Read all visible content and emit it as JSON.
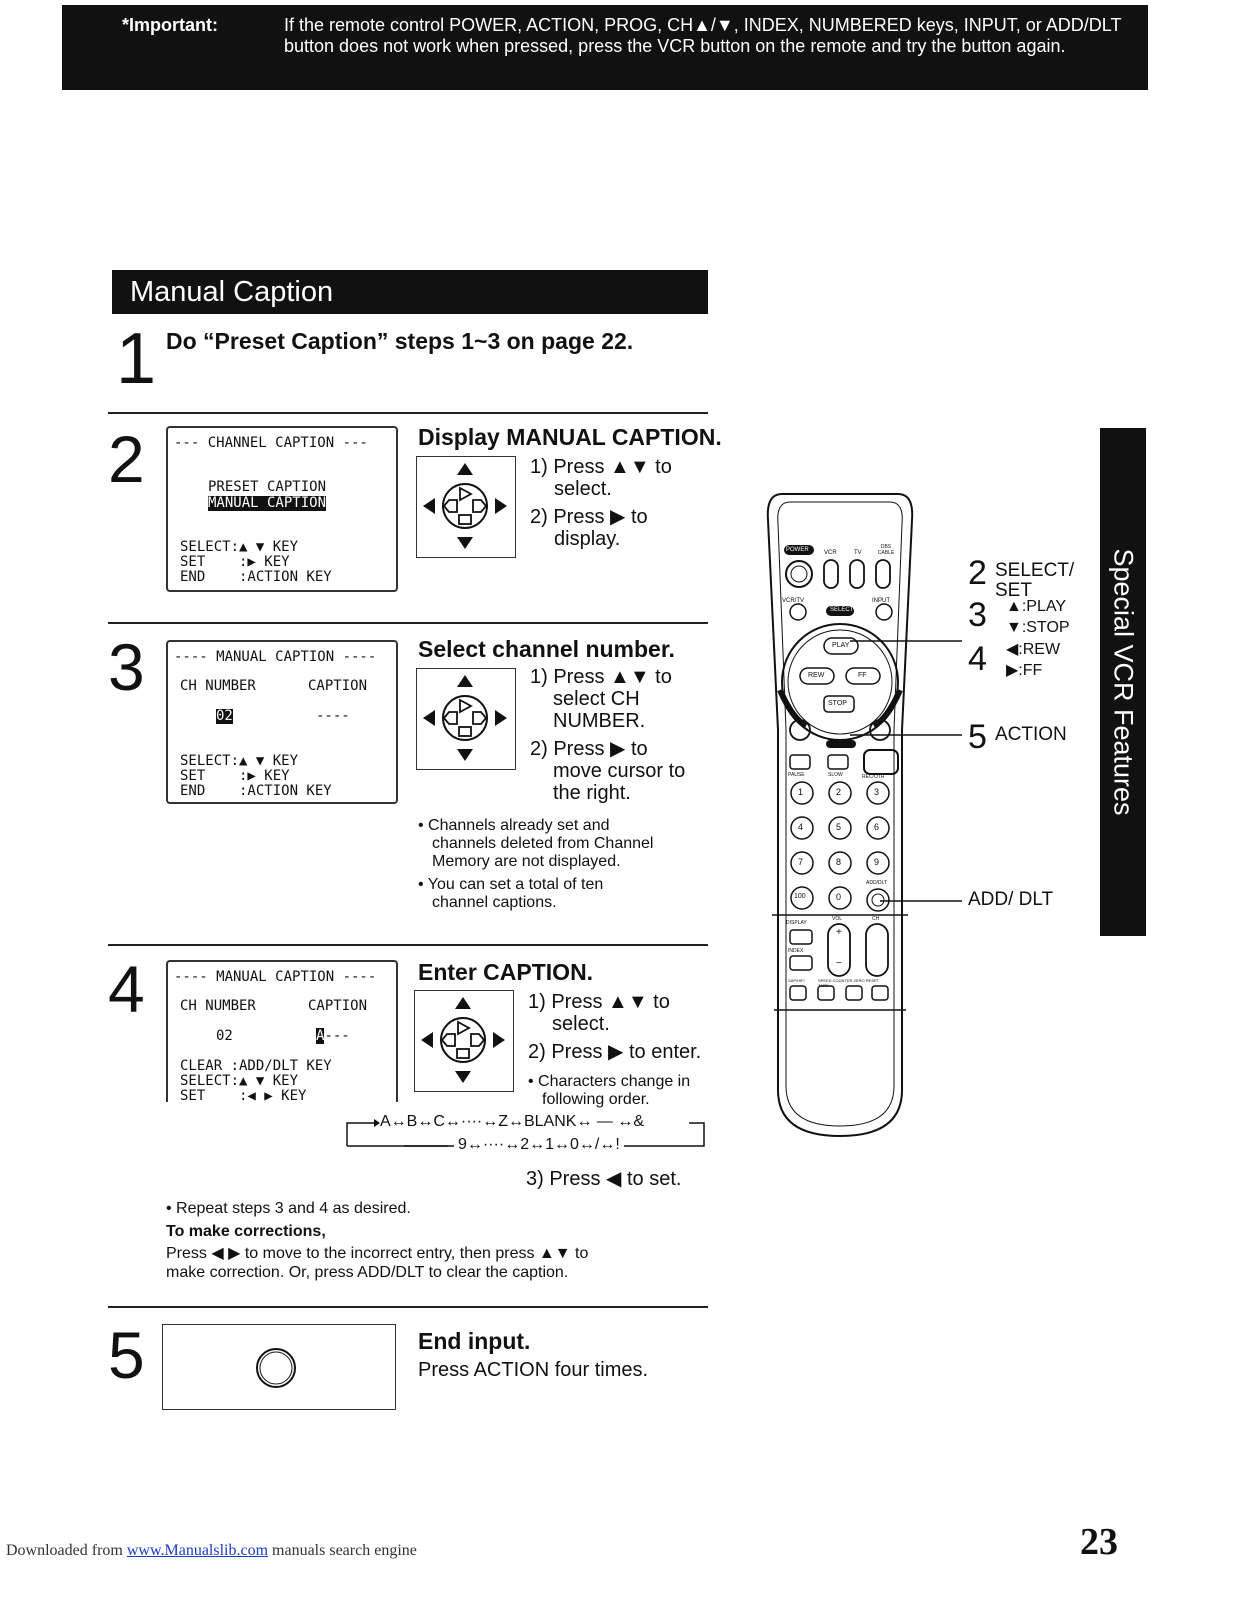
{
  "important": {
    "label": "*Important:",
    "text": "If the remote control POWER, ACTION, PROG, CH▲/▼, INDEX, NUMBERED keys, INPUT, or ADD/DLT button does not work when pressed, press the VCR button on the remote and try the button again."
  },
  "section_title": "Manual Caption",
  "step1": {
    "num": "1",
    "text": "Do “Preset Caption” steps 1~3 on page 22."
  },
  "step2": {
    "num": "2",
    "screen": {
      "title": "--- CHANNEL CAPTION ---",
      "line1": "PRESET CAPTION",
      "line2": "MANUAL CAPTION",
      "select": "SELECT:▲ ▼ KEY",
      "set": "SET    :▶ KEY",
      "end": "END    :ACTION KEY"
    },
    "heading": "Display MANUAL CAPTION.",
    "i1a": "1) Press ▲▼ to",
    "i1b": "select.",
    "i2a": "2) Press ▶ to",
    "i2b": "display."
  },
  "step3": {
    "num": "3",
    "screen": {
      "title": "---- MANUAL CAPTION ----",
      "col1": "CH NUMBER",
      "col2": "CAPTION",
      "ch": "02",
      "cap": "----",
      "select": "SELECT:▲ ▼ KEY",
      "set": "SET    :▶ KEY",
      "end": "END    :ACTION KEY"
    },
    "heading": "Select channel number.",
    "i1a": "1) Press ▲▼ to",
    "i1b": "select CH",
    "i1c": "NUMBER.",
    "i2a": "2) Press ▶ to",
    "i2b": "move cursor to",
    "i2c": "the right.",
    "n1a": "• Channels already set and",
    "n1b": "channels deleted from Channel",
    "n1c": "Memory are not displayed.",
    "n2a": "• You can set a total of ten",
    "n2b": "channel captions."
  },
  "step4": {
    "num": "4",
    "screen": {
      "title": "---- MANUAL CAPTION ----",
      "col1": "CH NUMBER",
      "col2": "CAPTION",
      "ch": "02",
      "cap_cursor": "A",
      "cap_rest": "---",
      "clear": "CLEAR :ADD/DLT KEY",
      "select": "SELECT:▲ ▼ KEY",
      "set": "SET    :◀ ▶ KEY"
    },
    "heading": "Enter CAPTION.",
    "i1a": "1) Press ▲▼ to",
    "i1b": "select.",
    "i2": "2) Press ▶ to enter.",
    "n1a": "• Characters change in",
    "n1b": "following order.",
    "order1": "A↔B↔C↔····↔Z↔BLANK↔ — ↔&",
    "order2": "9↔····↔2↔1↔0↔/↔!",
    "i3": "3) Press ◀ to set."
  },
  "repeat": {
    "note": "• Repeat steps 3 and 4 as desired.",
    "corr_title": "To make corrections,",
    "corr1": "Press ◀ ▶ to move to the incorrect entry, then press ▲▼ to",
    "corr2": "make correction. Or, press ADD/DLT to clear the caption."
  },
  "step5": {
    "num": "5",
    "heading": "End input.",
    "text": "Press ACTION four times."
  },
  "remote_labels": {
    "n2": "2",
    "l2a": "SELECT/",
    "l2b": "SET",
    "n3": "3",
    "l3a": "▲:PLAY",
    "l3b": "▼:STOP",
    "n4": "4",
    "l4a": "◀:REW",
    "l4b": "▶:FF",
    "n5": "5",
    "l5": "ACTION",
    "adddlt": "ADD/ DLT"
  },
  "remote": {
    "power": "POWER",
    "vcr": "VCR",
    "tv": "TV",
    "dbs": "DBS CABLE",
    "vcrtv": "VCR/TV",
    "input": "INPUT",
    "select": "SELECT",
    "play": "PLAY",
    "rew": "REW",
    "ff": "FF",
    "stop": "STOP",
    "rec": "REC/OTR",
    "pause": "PAUSE",
    "slow": "SLOW",
    "keys": [
      "1",
      "2",
      "3",
      "4",
      "5",
      "6",
      "7",
      "8",
      "9",
      "100",
      "0"
    ],
    "adddlt": "ADD/DLT",
    "display": "DISPLAY",
    "vol": "VOL",
    "ch": "CH",
    "index": "INDEX",
    "plus": "+",
    "minus": "−",
    "bottom1": "SAP/HIFI",
    "bottom2": "SPEED COUNTER ZERO RESET TAPE"
  },
  "side_tab": "Special VCR Features",
  "page_number": "23",
  "footer": {
    "pre": "Downloaded from ",
    "link": "www.Manualslib.com",
    "post": " manuals search engine"
  }
}
